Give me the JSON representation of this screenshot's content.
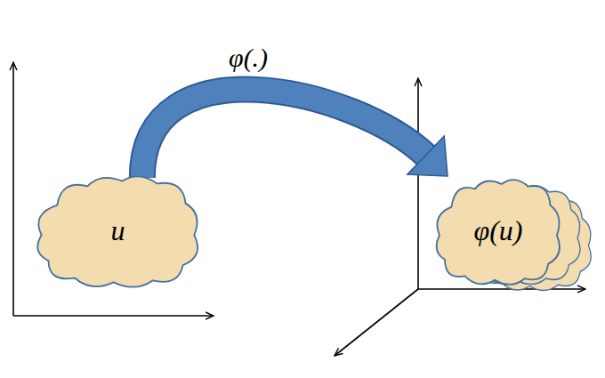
{
  "diagram": {
    "nodes": [
      {
        "text": [
          "u"
        ]
      },
      {
        "text": [
          "φ(u)"
        ]
      }
    ],
    "edges": [
      {
        "from": 0,
        "to": 1,
        "arrow": "to",
        "label": "φ(.)"
      }
    ]
  }
}
